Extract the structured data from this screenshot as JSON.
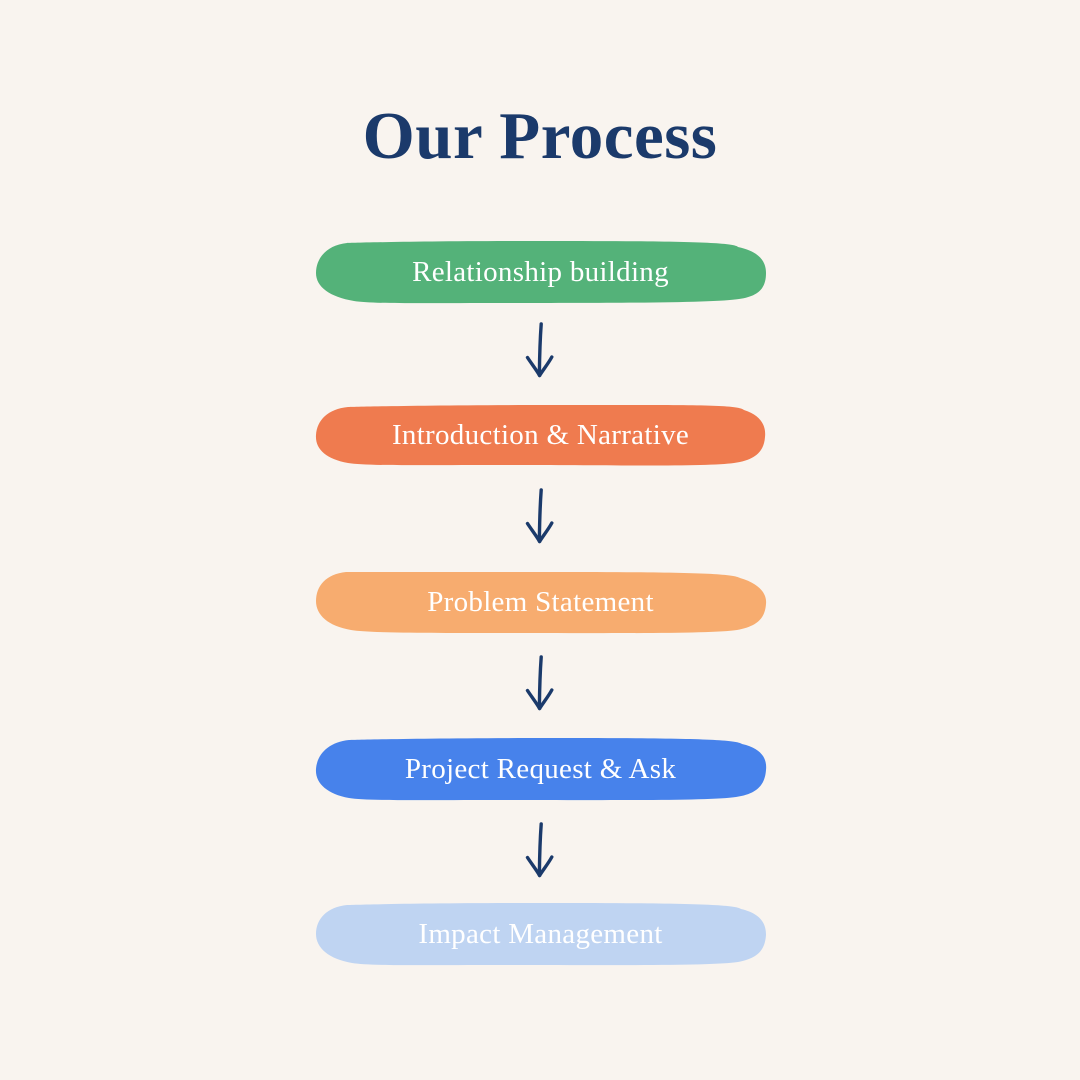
{
  "page": {
    "background_color": "#F9F4EF",
    "title": "Our Process",
    "title_color": "#1B3A6B"
  },
  "diagram": {
    "type": "flowchart",
    "orientation": "vertical",
    "arrow_color": "#1B3A6B",
    "arrow_icon": "arrow-down-icon",
    "steps": [
      {
        "index": 1,
        "label": "Relationship building",
        "color": "#54B279",
        "text_color": "#FFFFFF"
      },
      {
        "index": 2,
        "label": "Introduction & Narrative",
        "color": "#EF7B4F",
        "text_color": "#FFFFFF"
      },
      {
        "index": 3,
        "label": "Problem Statement",
        "color": "#F7AC6F",
        "text_color": "#FFFFFF"
      },
      {
        "index": 4,
        "label": "Project Request & Ask",
        "color": "#4782EB",
        "text_color": "#FFFFFF"
      },
      {
        "index": 5,
        "label": "Impact Management",
        "color": "#BFD4F2",
        "text_color": "#FFFFFF"
      }
    ],
    "connectors": [
      {
        "from": 1,
        "to": 2,
        "icon": "arrow-down-icon"
      },
      {
        "from": 2,
        "to": 3,
        "icon": "arrow-down-icon"
      },
      {
        "from": 3,
        "to": 4,
        "icon": "arrow-down-icon"
      },
      {
        "from": 4,
        "to": 5,
        "icon": "arrow-down-icon"
      }
    ]
  }
}
